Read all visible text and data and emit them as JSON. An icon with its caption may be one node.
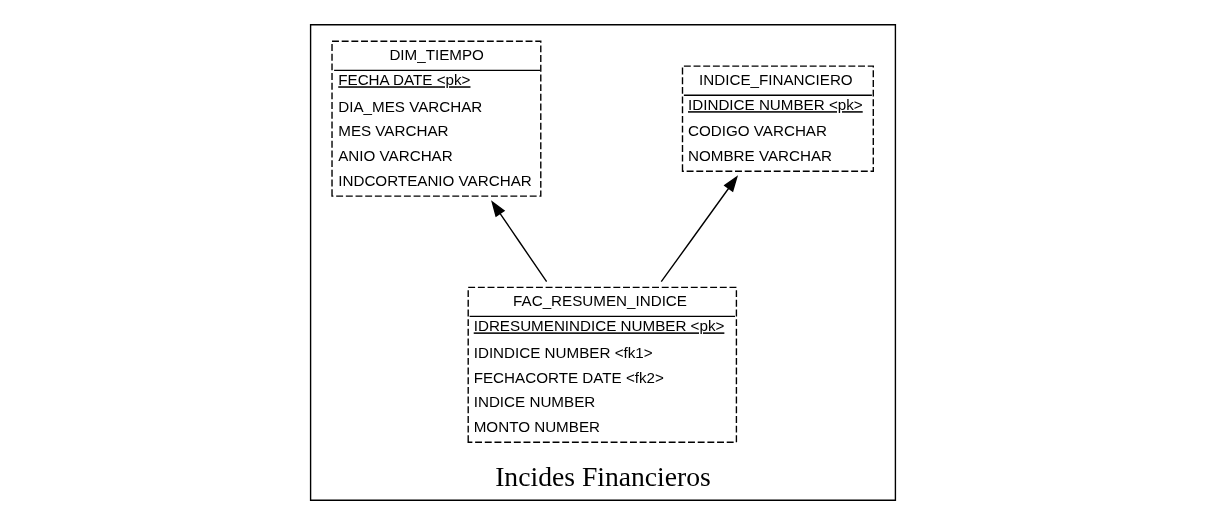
{
  "diagram": {
    "nodes": [
      {
        "text": [
          "Incides Financieros"
        ]
      },
      {
        "text": [
          "DIM_TIEMPO",
          "FECHA DATE <pk>",
          "DIA_MES VARCHAR",
          "MES VARCHAR",
          "ANIO VARCHAR",
          "INDCORTEANIO VARCHAR"
        ],
        "in": 0
      },
      {
        "text": [
          "INDICE_FINANCIERO",
          "IDINDICE NUMBER <pk>",
          "CODIGO VARCHAR",
          "NOMBRE VARCHAR"
        ],
        "in": 0
      },
      {
        "text": [
          "FAC_RESUMEN_INDICE",
          "IDRESUMENINDICE NUMBER <pk>",
          "IDINDICE NUMBER <fk1>",
          "FECHACORTE DATE <fk2>",
          "INDICE NUMBER",
          "MONTO NUMBER"
        ],
        "in": 0
      }
    ],
    "edges": [
      {
        "from": 3,
        "to": 1,
        "arrow": "to"
      },
      {
        "from": 3,
        "to": 2,
        "arrow": "to"
      }
    ]
  }
}
